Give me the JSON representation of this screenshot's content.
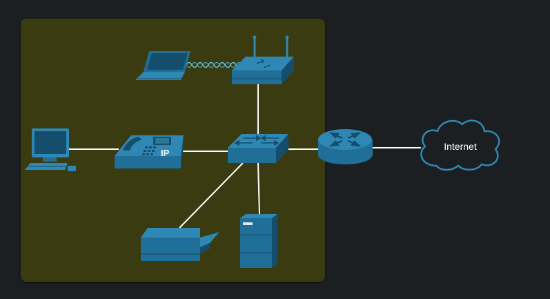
{
  "diagram": {
    "internet_label": "Internet",
    "ip_phone_label": "IP",
    "colors": {
      "background": "#1c1f21",
      "lan_zone": "#3b3b12",
      "device_blue": "#1f6f98",
      "device_light": "#2f88b4",
      "device_dark": "#154e6c",
      "link": "#ffffff",
      "wireless": "#5cc6e6"
    },
    "devices": [
      {
        "id": "laptop",
        "icon": "laptop-icon"
      },
      {
        "id": "wireless-router",
        "icon": "wireless-router-icon"
      },
      {
        "id": "desktop-pc",
        "icon": "desktop-computer-icon"
      },
      {
        "id": "ip-phone",
        "icon": "ip-phone-icon"
      },
      {
        "id": "switch",
        "icon": "switch-icon"
      },
      {
        "id": "router",
        "icon": "router-icon"
      },
      {
        "id": "internet-cloud",
        "icon": "cloud-icon"
      },
      {
        "id": "printer",
        "icon": "printer-icon"
      },
      {
        "id": "server",
        "icon": "server-icon"
      }
    ],
    "links": [
      {
        "from": "desktop-pc",
        "to": "ip-phone",
        "type": "wired"
      },
      {
        "from": "ip-phone",
        "to": "switch",
        "type": "wired"
      },
      {
        "from": "wireless-router",
        "to": "switch",
        "type": "wired"
      },
      {
        "from": "switch",
        "to": "router",
        "type": "wired"
      },
      {
        "from": "router",
        "to": "internet-cloud",
        "type": "wired"
      },
      {
        "from": "switch",
        "to": "printer",
        "type": "wired"
      },
      {
        "from": "switch",
        "to": "server",
        "type": "wired"
      },
      {
        "from": "laptop",
        "to": "wireless-router",
        "type": "wireless"
      }
    ]
  }
}
